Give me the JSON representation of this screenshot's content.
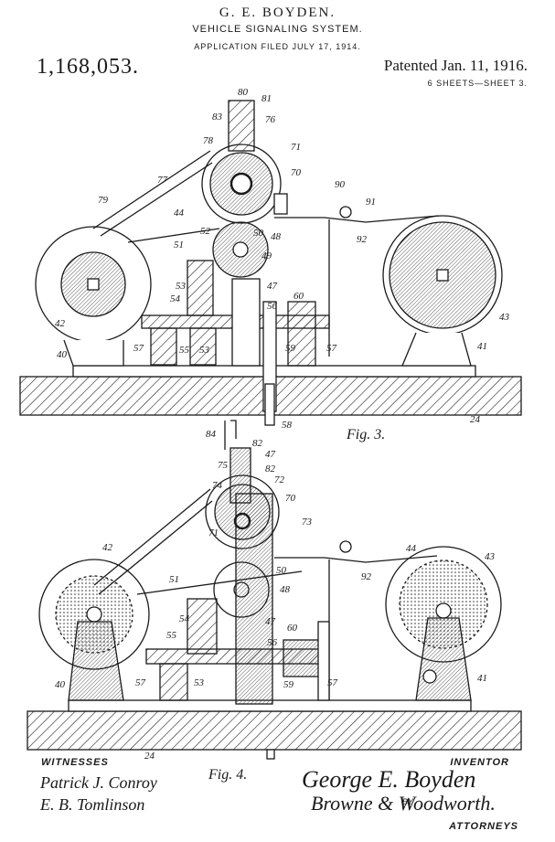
{
  "header": {
    "inventor": "G. E. BOYDEN.",
    "title": "VEHICLE SIGNALING SYSTEM.",
    "filed": "APPLICATION FILED JULY 17, 1914.",
    "patent_number": "1,168,053.",
    "patent_date": "Patented Jan. 11, 1916.",
    "sheets": "6 SHEETS—SHEET 3."
  },
  "figures": {
    "fig3": {
      "caption": "Fig. 3.",
      "labels": {
        "n80": "80",
        "n81": "81",
        "n83": "83",
        "n76": "76",
        "n78": "78",
        "n71": "71",
        "n70": "70",
        "n77": "77",
        "n79": "79",
        "n44": "44",
        "n90": "90",
        "n91": "91",
        "n92": "92",
        "n52": "52",
        "n50": "50",
        "n48": "48",
        "n51": "51",
        "n49": "49",
        "n53a": "53",
        "n54": "54",
        "n47": "47",
        "n60": "60",
        "n56": "56",
        "n42": "42",
        "n43": "43",
        "n40": "40",
        "n57a": "57",
        "n55": "55",
        "n53b": "53",
        "n59": "59",
        "n57b": "57",
        "n41": "41",
        "n58": "58",
        "n24": "24"
      }
    },
    "fig4": {
      "caption": "Fig. 4.",
      "labels": {
        "n84": "84",
        "n82a": "82",
        "n47a": "47",
        "n75": "75",
        "n82b": "82",
        "n72": "72",
        "n74": "74",
        "n70": "70",
        "n73": "73",
        "n71": "71",
        "n42": "42",
        "n44": "44",
        "n43": "43",
        "n92": "92",
        "n50": "50",
        "n51": "51",
        "n48": "48",
        "n54": "54",
        "n47b": "47",
        "n60": "60",
        "n55": "55",
        "n56": "56",
        "n40": "40",
        "n57a": "57",
        "n53": "53",
        "n59": "59",
        "n57b": "57",
        "n41": "41",
        "n24": "24"
      }
    }
  },
  "footer": {
    "witnesses_label": "WITNESSES",
    "witness1": "Patrick J. Conroy",
    "witness2": "E. B. Tomlinson",
    "inventor_label": "INVENTOR",
    "inventor_signature": "George E. Boyden",
    "by_label": "BY",
    "attorney_signature": "Browne & Woodworth.",
    "attorneys_label": "ATTORNEYS"
  }
}
